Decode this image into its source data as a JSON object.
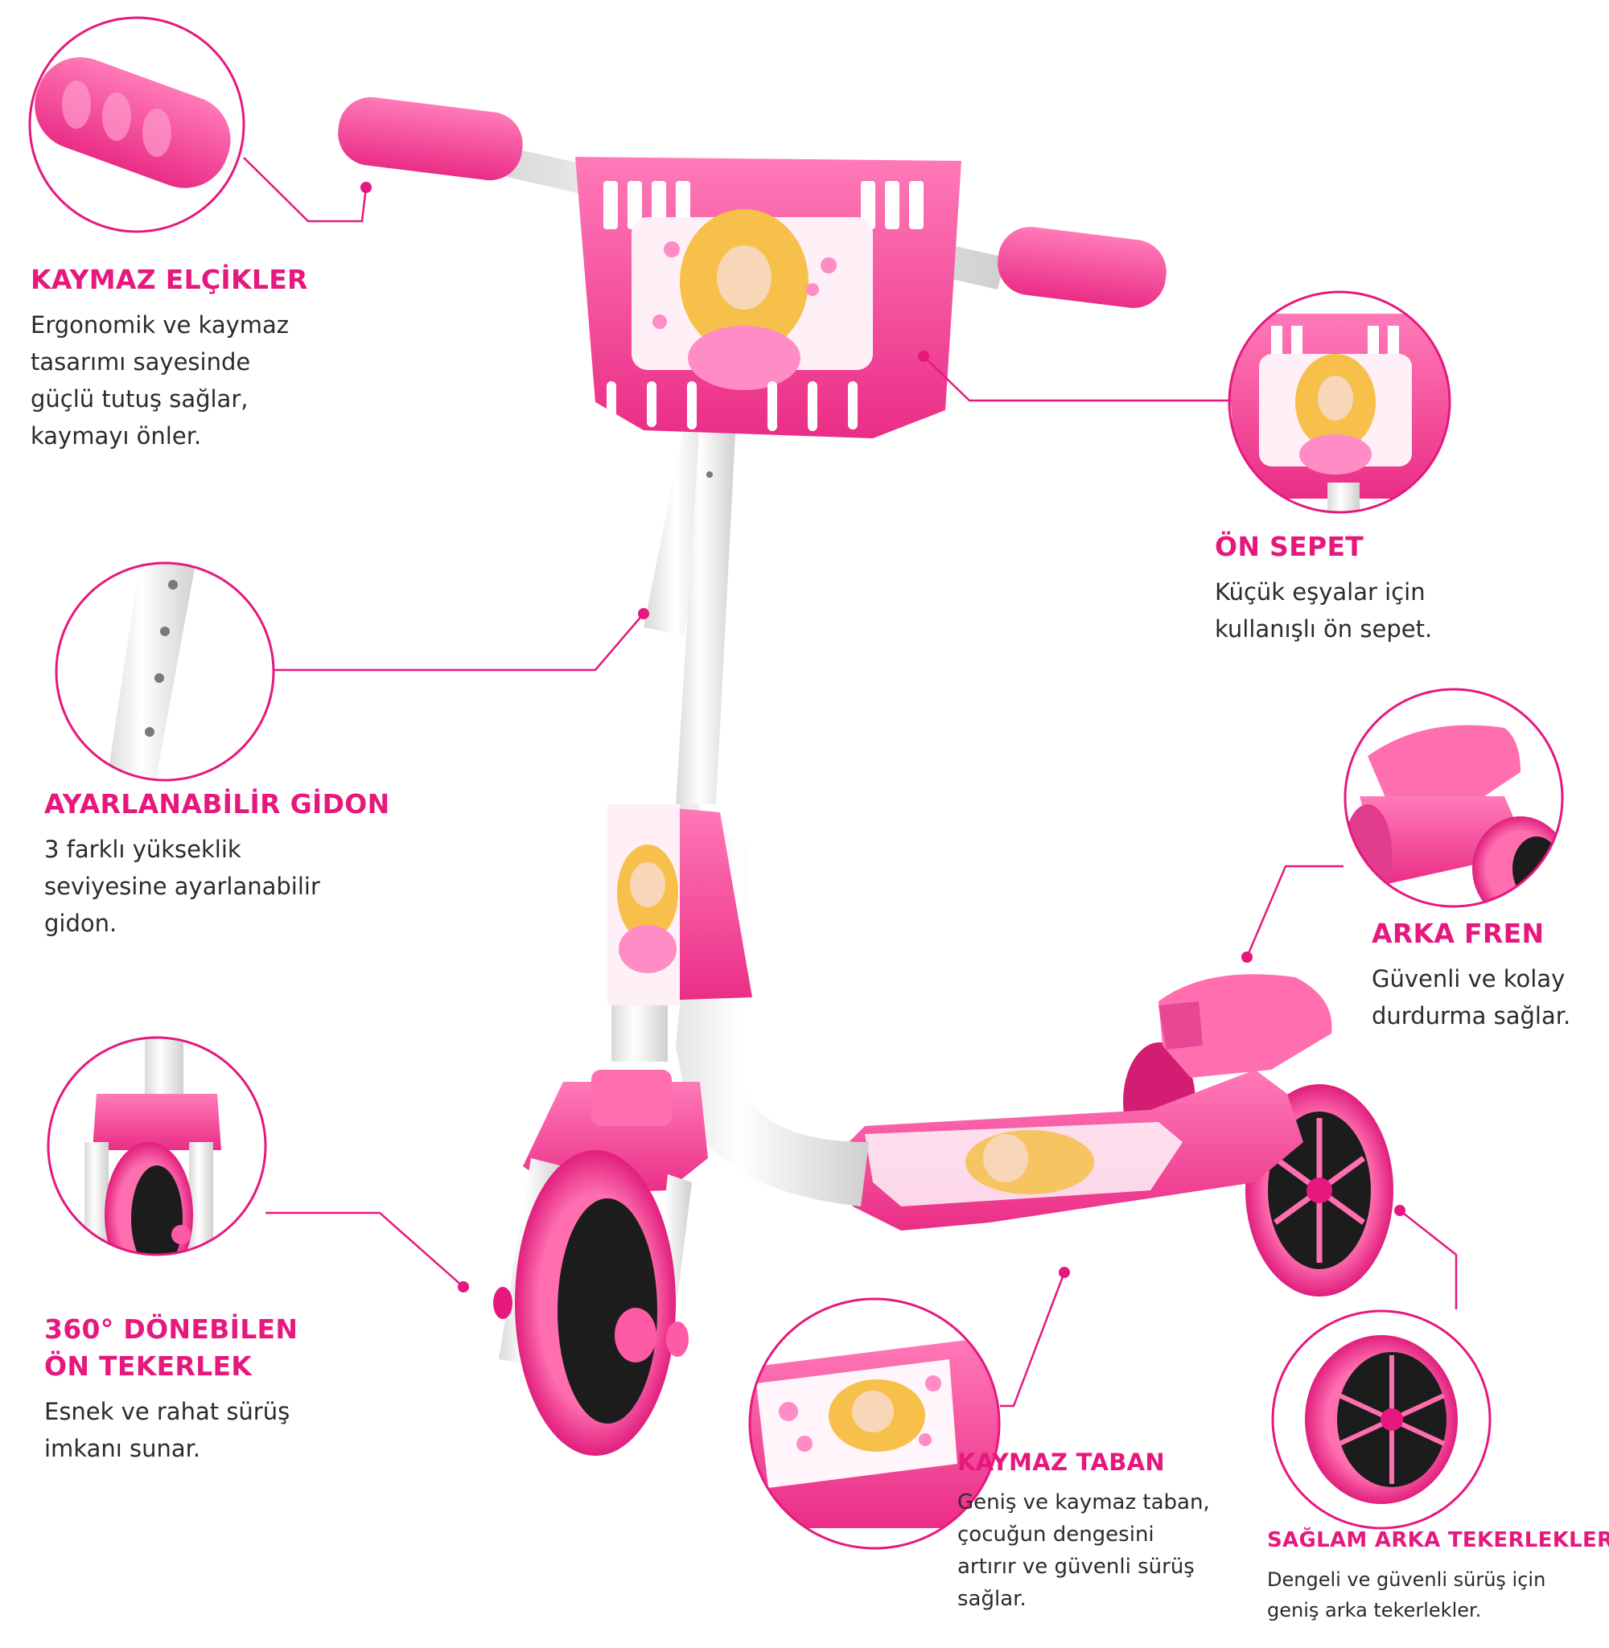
{
  "colors": {
    "accent": "#e6187e",
    "pink": "#f7529f",
    "pink_light": "#ff8cc4",
    "white_tube": "#f4f4f4",
    "wheel_black": "#1c1c1c",
    "text": "#2b2b2b"
  },
  "features": {
    "grips": {
      "title": "KAYMAZ ELÇİKLER",
      "lines": [
        "Ergonomik ve kaymaz",
        "tasarımı sayesinde",
        "güçlü tutuş sağlar,",
        "kaymayı önler."
      ]
    },
    "basket": {
      "title": "ÖN SEPET",
      "lines": [
        "Küçük eşyalar için",
        "kullanışlı ön sepet."
      ]
    },
    "handlebar": {
      "title": "AYARLANABİLİR GİDON",
      "lines": [
        "3 farklı yükseklik",
        "seviyesine ayarlanabilir",
        "gidon."
      ]
    },
    "brake": {
      "title": "ARKA FREN",
      "lines": [
        "Güvenli ve kolay",
        "durdurma sağlar."
      ]
    },
    "front_wheel": {
      "title_lines": [
        "360° DÖNEBİLEN",
        "ÖN TEKERLEK"
      ],
      "lines": [
        "Esnek ve rahat sürüş",
        "imkanı sunar."
      ]
    },
    "deck": {
      "title": "KAYMAZ TABAN",
      "lines": [
        "Geniş ve kaymaz taban,",
        "çocuğun dengesini",
        "artırır ve güvenli sürüş",
        "sağlar."
      ]
    },
    "rear_wheels": {
      "title": "SAĞLAM ARKA TEKERLEKLER",
      "lines": [
        "Dengeli ve güvenli sürüş için",
        "geniş arka tekerlekler."
      ]
    }
  }
}
